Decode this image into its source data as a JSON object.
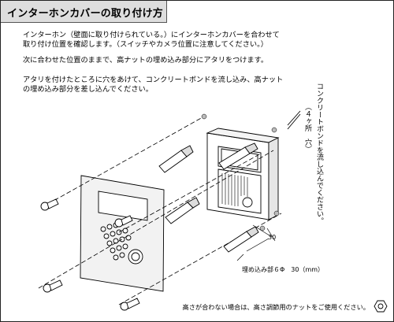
{
  "title": "インターホンカバーの取り付け方",
  "instructions": [
    "インターホン（壁面に取り付けられている。）にインターホンカバーを合わせて",
    "取り付け位置を確認します。（スイッチやカメラ位置に注意してください。）",
    "次に合わせた位置のままで、高ナットの埋め込み部分にアタリをつけます。",
    "アタリを付けたところに穴をあけて、コンクリートボンドを流し込み、高ナット",
    "の埋め込み部分を差し込んでください。"
  ],
  "callout": {
    "col1": "コンクリートボンドを流し込んでください。",
    "col2": "（４ヶ所　穴）"
  },
  "dimensions": {
    "depth": "30",
    "embed_label": "埋め込み部６Φ　30（mm）"
  },
  "footer_note": "高さが合わない場合は、高さ調節用のナットをご使用ください。"
}
